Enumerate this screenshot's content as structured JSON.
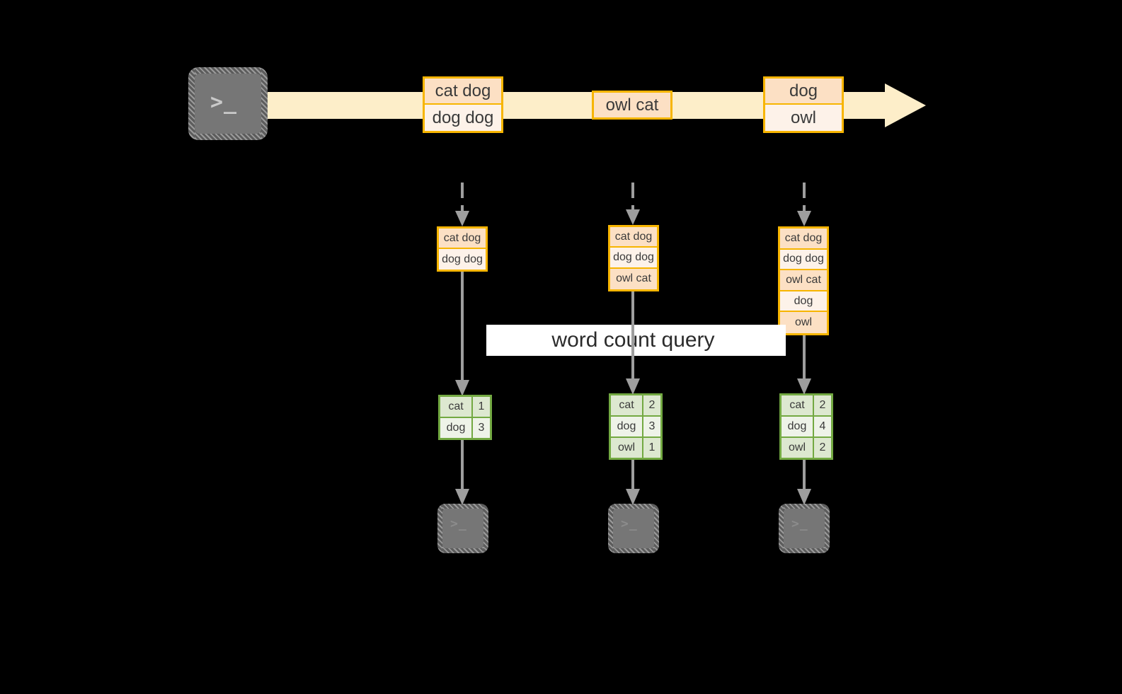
{
  "colors": {
    "stream_fill": "#fdeec9",
    "record_border": "#f7b500",
    "record_fill_dark": "#fce0c4",
    "record_fill_light": "#fdf2e9",
    "count_border": "#73a942",
    "count_fill_dark": "#dde8d0",
    "count_fill_light": "#eef3e8",
    "connector": "#9e9e9e",
    "terminal_body": "#767676",
    "label_band": "#ffffff",
    "background": "#000000"
  },
  "source": {
    "icon": "terminal-icon",
    "prompt": ">_"
  },
  "stream": {
    "icon": "right-arrow-icon",
    "batches": [
      {
        "name": "batch-1",
        "records": [
          {
            "text": "cat dog",
            "shade": "dark"
          },
          {
            "text": "dog dog",
            "shade": "light"
          }
        ]
      },
      {
        "name": "batch-2",
        "records": [
          {
            "text": "owl cat",
            "shade": "dark"
          }
        ]
      },
      {
        "name": "batch-3",
        "records": [
          {
            "text": "dog",
            "shade": "dark"
          },
          {
            "text": "owl",
            "shade": "light"
          }
        ]
      }
    ]
  },
  "query": {
    "label": "word count query"
  },
  "columns": [
    {
      "name": "column-1",
      "accumulated": [
        {
          "text": "cat dog",
          "shade": "dark"
        },
        {
          "text": "dog dog",
          "shade": "light"
        }
      ],
      "counts": [
        {
          "word": "cat",
          "count": "1",
          "shade": "dark"
        },
        {
          "word": "dog",
          "count": "3",
          "shade": "light"
        }
      ],
      "sink": {
        "icon": "terminal-icon",
        "prompt": ">_"
      }
    },
    {
      "name": "column-2",
      "accumulated": [
        {
          "text": "cat dog",
          "shade": "dark"
        },
        {
          "text": "dog dog",
          "shade": "light"
        },
        {
          "text": "owl cat",
          "shade": "dark"
        }
      ],
      "counts": [
        {
          "word": "cat",
          "count": "2",
          "shade": "dark"
        },
        {
          "word": "dog",
          "count": "3",
          "shade": "light"
        },
        {
          "word": "owl",
          "count": "1",
          "shade": "dark"
        }
      ],
      "sink": {
        "icon": "terminal-icon",
        "prompt": ">_"
      }
    },
    {
      "name": "column-3",
      "accumulated": [
        {
          "text": "cat dog",
          "shade": "dark"
        },
        {
          "text": "dog dog",
          "shade": "light"
        },
        {
          "text": "owl cat",
          "shade": "dark"
        },
        {
          "text": "dog",
          "shade": "light"
        },
        {
          "text": "owl",
          "shade": "dark"
        }
      ],
      "counts": [
        {
          "word": "cat",
          "count": "2",
          "shade": "dark"
        },
        {
          "word": "dog",
          "count": "4",
          "shade": "light"
        },
        {
          "word": "owl",
          "count": "2",
          "shade": "dark"
        }
      ],
      "sink": {
        "icon": "terminal-icon",
        "prompt": ">_"
      }
    }
  ]
}
